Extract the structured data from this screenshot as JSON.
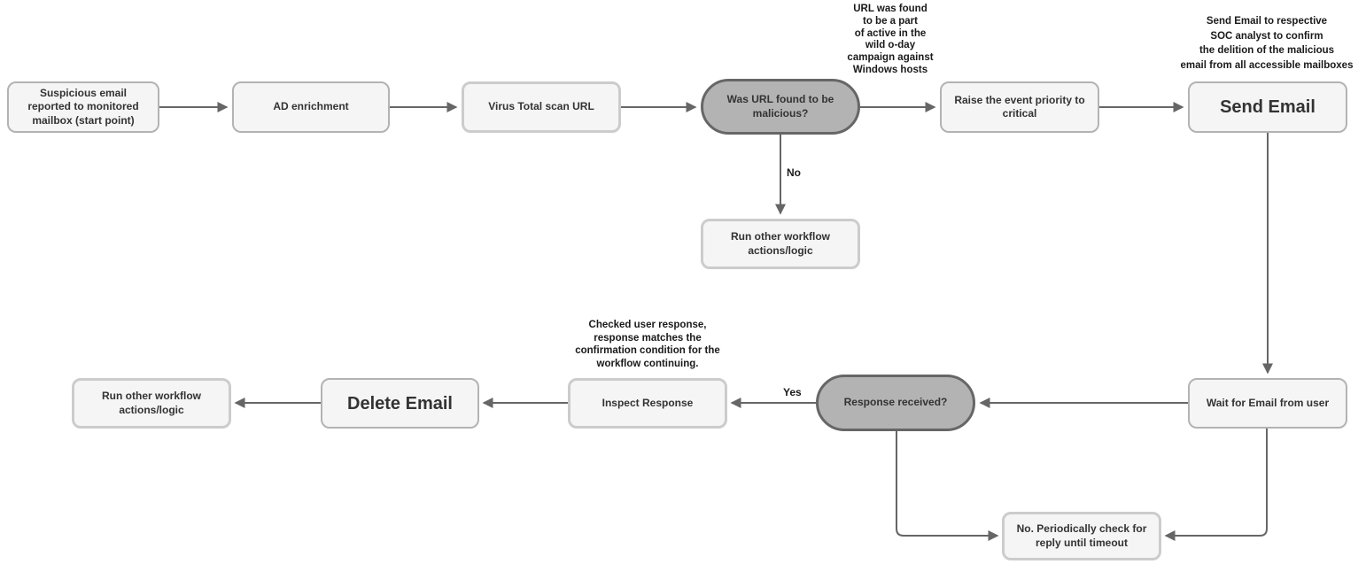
{
  "diagram": {
    "nodes": {
      "start": {
        "type": "process",
        "label": "Suspicious email\nreported to monitored\nmailbox (start point)"
      },
      "ad_enrichment": {
        "type": "process",
        "label": "AD enrichment"
      },
      "virus_total": {
        "type": "process",
        "label": "Virus Total scan URL"
      },
      "url_malicious": {
        "type": "decision",
        "label": "Was URL found to be\nmalicious?"
      },
      "raise_priority": {
        "type": "process",
        "label": "Raise the event priority to\ncritical"
      },
      "send_email": {
        "type": "process",
        "label": "Send Email"
      },
      "run_other_top": {
        "type": "process",
        "label": "Run other workflow\nactions/logic"
      },
      "run_other_bottom": {
        "type": "process",
        "label": "Run other workflow\nactions/logic"
      },
      "delete_email": {
        "type": "process",
        "label": "Delete Email"
      },
      "inspect_response": {
        "type": "process",
        "label": "Inspect Response"
      },
      "response_received": {
        "type": "decision",
        "label": "Response received?"
      },
      "wait_email": {
        "type": "process",
        "label": "Wait for Email from user"
      },
      "periodic_check": {
        "type": "process",
        "label": "No. Periodically check for\nreply until timeout"
      }
    },
    "annotations": {
      "zero_day_note": "URL was found\nto be a part\nof active in the\nwild o-day\ncampaign against\nWindows hosts",
      "send_email_note": "Send Email to respective\nSOC analyst to confirm\nthe delition of the malicious\nemail from all accessible mailboxes",
      "inspect_note": "Checked user response,\nresponse matches the\nconfirmation condition for the\nworkflow continuing."
    },
    "edge_labels": {
      "no": "No",
      "yes": "Yes"
    },
    "colors": {
      "process_fill": "#f5f5f5",
      "process_border": "#b3b3b3",
      "process_border_light": "#cccccc",
      "decision_fill": "#b3b3b3",
      "decision_border": "#666666",
      "connector": "#666666",
      "text": "#333333"
    }
  }
}
